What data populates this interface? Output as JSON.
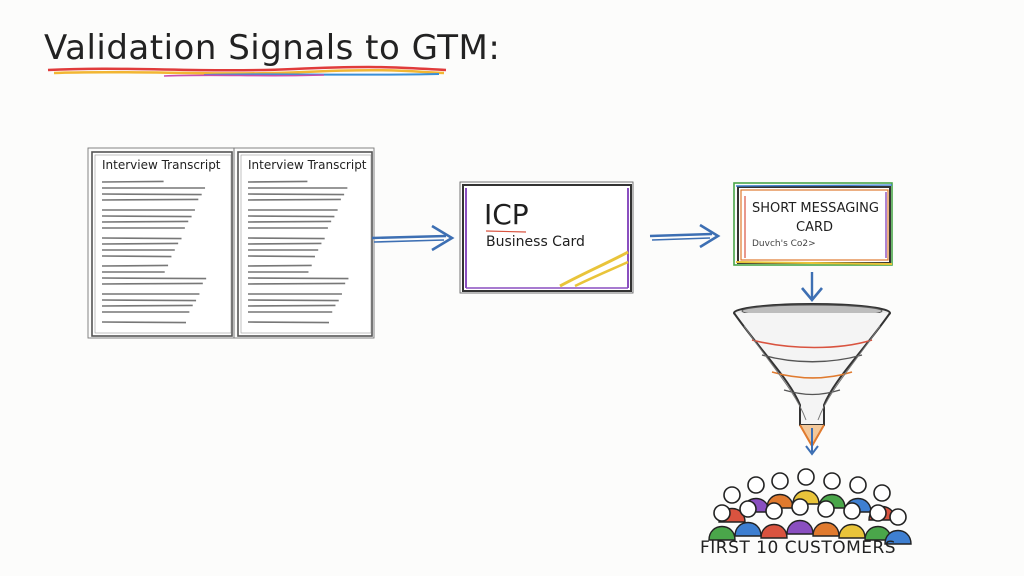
{
  "title": "Validation Signals to GTM:",
  "transcripts": [
    {
      "label": "Interview Transcript"
    },
    {
      "label": "Interview Transcript"
    }
  ],
  "icp_card": {
    "heading": "ICP",
    "subheading": "Business Card"
  },
  "messaging_card": {
    "line1": "SHORT MESSAGING",
    "line2": "CARD",
    "scribble": "Duvch's Co2>"
  },
  "customers_label": "FIRST 10 CUSTOMERS",
  "colors": {
    "ink": "#2a2a2a",
    "arrow": "#3d6fb3",
    "purple": "#8a4fc0",
    "yellow": "#e9c43a",
    "red": "#d9533f",
    "green": "#4aa64a",
    "blue": "#3e7fd1",
    "orange": "#e07a2e"
  }
}
